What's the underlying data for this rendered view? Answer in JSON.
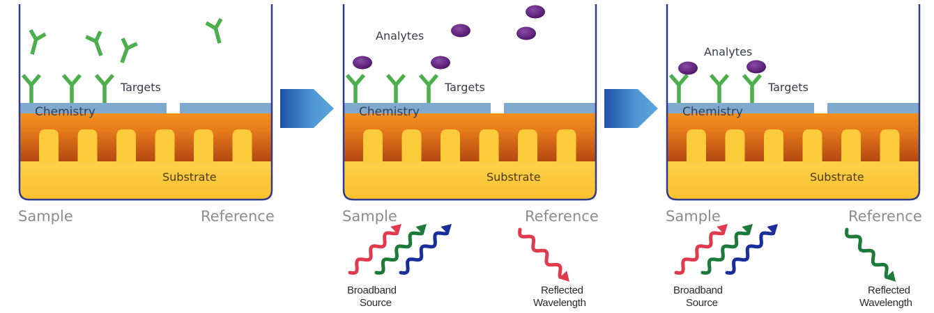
{
  "title": "Biosensor label-free detection steps",
  "colors": {
    "well_border": "#2e3a8c",
    "chemistry": "#7fa9cf",
    "substrate_top": "#f08a1e",
    "substrate_dark": "#b04a12",
    "substrate_yellow": "#fcc734",
    "antibody": "#4cae4c",
    "analyte": "#5b1f78",
    "arrow_dark": "#2457b0",
    "arrow_light": "#5aa3d9",
    "wave_red": "#e03a4e",
    "wave_green": "#1c7a3a",
    "wave_blue": "#1a2e9a",
    "label_grey": "#8c8c8c"
  },
  "panels": [
    {
      "id": "panel-1",
      "labels": {
        "targets": "Targets",
        "chemistry": "Chemistry",
        "substrate": "Substrate",
        "sample": "Sample",
        "reference": "Reference"
      },
      "free_antibodies": 4,
      "bound_targets": 3,
      "captured_analytes": 0,
      "free_analytes": 0,
      "has_light": false
    },
    {
      "id": "panel-2",
      "labels": {
        "analytes": "Analytes",
        "targets": "Targets",
        "chemistry": "Chemistry",
        "substrate": "Substrate",
        "sample": "Sample",
        "reference": "Reference",
        "source": [
          "Broadband",
          "Source"
        ],
        "reflected": [
          "Reflected",
          "Wavelength"
        ]
      },
      "bound_targets": 3,
      "free_analytes": 5,
      "captured_analytes": 0,
      "has_light": true,
      "reflected_color": "red"
    },
    {
      "id": "panel-3",
      "labels": {
        "analytes": "Analytes",
        "targets": "Targets",
        "chemistry": "Chemistry",
        "substrate": "Substrate",
        "sample": "Sample",
        "reference": "Reference",
        "source": [
          "Broadband",
          "Source"
        ],
        "reflected": [
          "Reflected",
          "Wavelength"
        ]
      },
      "bound_targets": 3,
      "captured_analytes": 2,
      "free_analytes": 0,
      "has_light": true,
      "reflected_color": "green"
    }
  ],
  "step_arrows": 2
}
